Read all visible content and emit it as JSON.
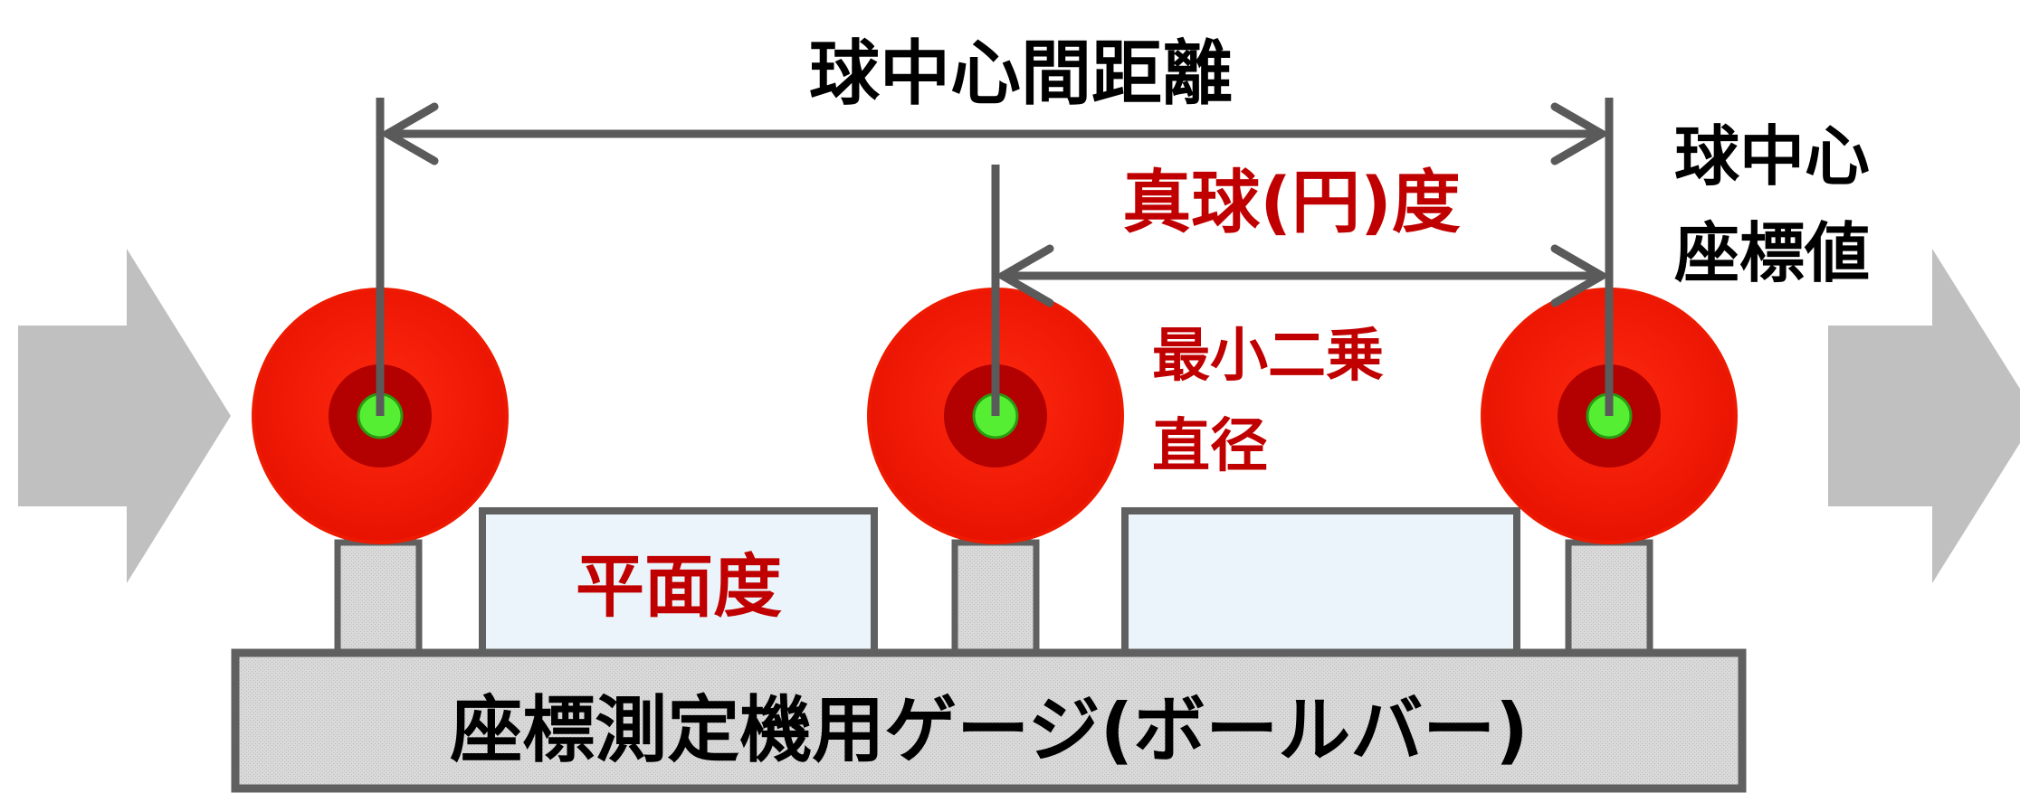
{
  "labels": {
    "center_distance": "球中心間距離",
    "center_coord_line1": "球中心",
    "center_coord_line2": "座標値",
    "sphericity": "真球(円)度",
    "lsq_line1": "最小二乗",
    "lsq_line2": "直径",
    "flatness": "平面度",
    "gauge_name": "座標測定機用ゲージ(ボールバー)"
  },
  "colors": {
    "background": "#ffffff",
    "ball_red": "#ff1a0d",
    "ball_inner": "#b30000",
    "ball_center": "#55ee33",
    "dimension_line": "#5a5a5a",
    "red_text": "#c00000",
    "black_text": "#000000",
    "gauge_fill": "#d9d9d9",
    "gauge_border": "#606060",
    "flat_block_fill": "#eaf4fa",
    "side_arrow": "#c0c0c0"
  },
  "icons": {
    "left_arrow": "arrow-right-icon",
    "right_arrow": "arrow-right-icon"
  }
}
